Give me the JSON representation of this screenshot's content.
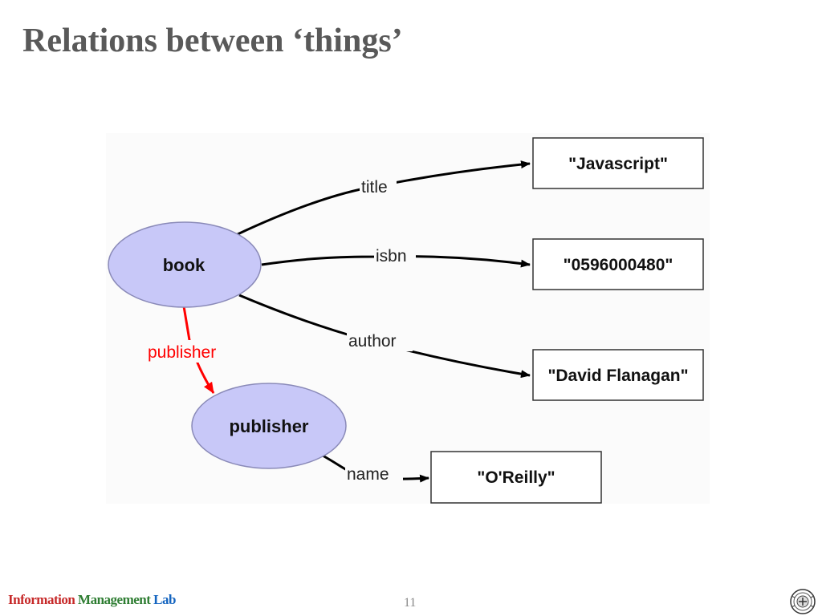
{
  "slide": {
    "title": "Relations between ‘things’",
    "page_number": "11"
  },
  "diagram": {
    "nodes": {
      "book": "book",
      "publisher": "publisher"
    },
    "literals": {
      "title": "\"Javascript\"",
      "isbn": "\"0596000480\"",
      "author": "\"David Flanagan\"",
      "name": "\"O'Reilly\""
    },
    "edges": {
      "title": "title",
      "isbn": "isbn",
      "author": "author",
      "publisher": "publisher",
      "name": "name"
    },
    "colors": {
      "node_fill": "#c8c8f8",
      "node_stroke": "#8a8ab8",
      "edge": "#000000",
      "publisher_edge": "#ff0000"
    }
  },
  "footer": {
    "lab_word1": "Information",
    "lab_word2": "Management",
    "lab_word3": "Lab",
    "logo_icon": "university-seal-icon"
  }
}
